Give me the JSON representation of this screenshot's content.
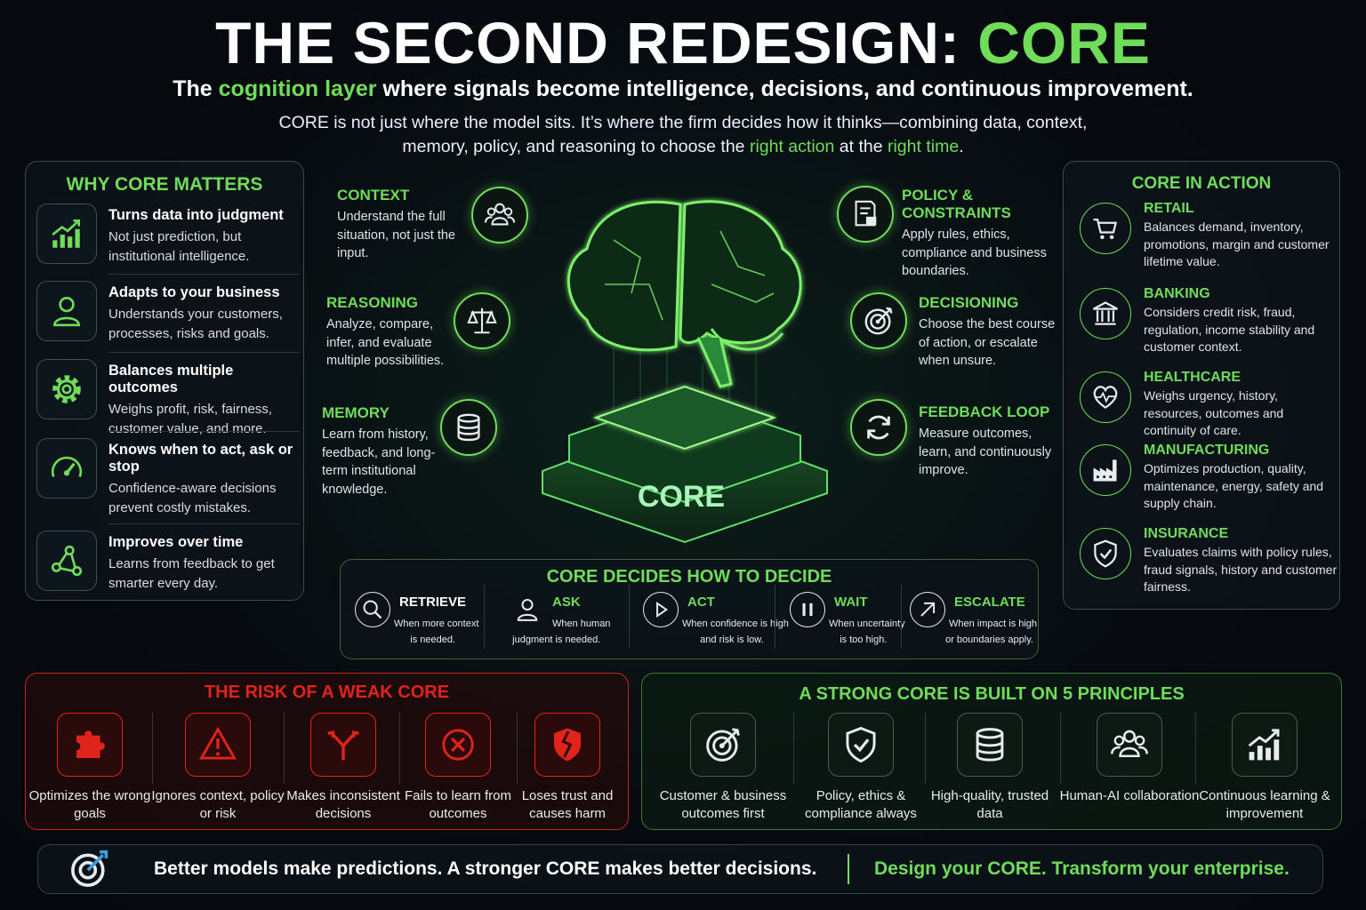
{
  "header": {
    "title_main": "THE SECOND REDESIGN:",
    "title_accent": "CORE",
    "subtitle_pre": "The",
    "subtitle_accent": "cognition layer",
    "subtitle_post": "where signals become intelligence, decisions, and continuous improvement.",
    "intro_line1": "CORE is not just where the model sits. It’s where the firm decides how it thinks—combining data, context,",
    "intro_line2_pre": "memory, policy, and reasoning to choose the",
    "intro_accent1": "right action",
    "intro_mid": "at the",
    "intro_accent2": "right time",
    "intro_end": "."
  },
  "why": {
    "title": "WHY CORE MATTERS",
    "items": [
      {
        "icon": "growth-chart-icon",
        "title": "Turns data into judgment",
        "desc": "Not just prediction, but institutional intelligence."
      },
      {
        "icon": "user-icon",
        "title": "Adapts to your business",
        "desc": "Understands your customers, processes, risks and goals."
      },
      {
        "icon": "gear-icon",
        "title": "Balances multiple outcomes",
        "desc": "Weighs profit, risk, fairness, customer value, and more."
      },
      {
        "icon": "gauge-icon",
        "title": "Knows when to act, ask or stop",
        "desc": "Confidence-aware decisions prevent costly mistakes."
      },
      {
        "icon": "network-icon",
        "title": "Improves over time",
        "desc": "Learns from feedback to get smarter every day."
      }
    ]
  },
  "capabilities": [
    {
      "icon": "people-icon",
      "title": "CONTEXT",
      "desc": "Understand the full situation, not just the input."
    },
    {
      "icon": "scales-icon",
      "title": "REASONING",
      "desc": "Analyze, compare, infer, and evaluate multiple possibilities."
    },
    {
      "icon": "database-icon",
      "title": "MEMORY",
      "desc": "Learn from history, feedback, and long-term institutional knowledge."
    },
    {
      "icon": "policy-document-icon",
      "title": "POLICY & CONSTRAINTS",
      "desc": "Apply rules, ethics, compliance and business boundaries."
    },
    {
      "icon": "target-icon",
      "title": "DECISIONING",
      "desc": "Choose the best course of action, or escalate when unsure."
    },
    {
      "icon": "refresh-icon",
      "title": "FEEDBACK LOOP",
      "desc": "Measure outcomes, learn, and continuously improve."
    }
  ],
  "core_label": "CORE",
  "decide": {
    "title": "CORE DECIDES HOW TO DECIDE",
    "items": [
      {
        "icon": "search-icon",
        "label": "RETRIEVE",
        "desc1": "When more context",
        "desc2": "is needed.",
        "color": "#ffffff"
      },
      {
        "icon": "user-icon",
        "label": "ASK",
        "desc1": "When human",
        "desc2": "judgment is needed.",
        "color": "#6fdc5a"
      },
      {
        "icon": "play-icon",
        "label": "ACT",
        "desc1": "When confidence is high",
        "desc2": "and risk is low.",
        "color": "#6fdc5a"
      },
      {
        "icon": "pause-icon",
        "label": "WAIT",
        "desc1": "When uncertainty",
        "desc2": "is too high.",
        "color": "#6fdc5a"
      },
      {
        "icon": "arrow-up-right-icon",
        "label": "ESCALATE",
        "desc1": "When impact is high",
        "desc2": "or boundaries apply.",
        "color": "#6fdc5a"
      }
    ]
  },
  "action": {
    "title": "CORE IN ACTION",
    "items": [
      {
        "icon": "cart-icon",
        "title": "RETAIL",
        "desc": "Balances demand, inventory, promotions, margin and customer lifetime value."
      },
      {
        "icon": "bank-icon",
        "title": "BANKING",
        "desc": "Considers credit risk, fraud, regulation, income stability and customer context."
      },
      {
        "icon": "heartbeat-icon",
        "title": "HEALTHCARE",
        "desc": "Weighs urgency, history, resources, outcomes and continuity of care."
      },
      {
        "icon": "factory-icon",
        "title": "MANUFACTURING",
        "desc": "Optimizes production, quality, maintenance, energy, safety and supply chain."
      },
      {
        "icon": "shield-check-icon",
        "title": "INSURANCE",
        "desc": "Evaluates claims with policy rules, fraud signals, history and customer fairness."
      }
    ]
  },
  "risk": {
    "title": "THE RISK OF A WEAK CORE",
    "color": "#e0241c",
    "items": [
      {
        "icon": "puzzle-icon",
        "label": "Optimizes the wrong goals"
      },
      {
        "icon": "warning-icon",
        "label": "Ignores context, policy or risk"
      },
      {
        "icon": "split-arrows-icon",
        "label": "Makes inconsistent decisions"
      },
      {
        "icon": "x-circle-icon",
        "label": "Fails to learn from outcomes"
      },
      {
        "icon": "broken-shield-icon",
        "label": "Loses trust and causes harm"
      }
    ]
  },
  "principles": {
    "title": "A STRONG CORE IS BUILT ON 5 PRINCIPLES",
    "items": [
      {
        "icon": "target-icon",
        "label": "Customer & business outcomes first"
      },
      {
        "icon": "shield-check-icon",
        "label": "Policy, ethics & compliance always"
      },
      {
        "icon": "database-icon",
        "label": "High-quality, trusted data"
      },
      {
        "icon": "people-icon",
        "label": "Human-AI collaboration"
      },
      {
        "icon": "growth-chart-icon",
        "label": "Continuous learning & improvement"
      }
    ]
  },
  "footer": {
    "icon": "target-arrow-icon",
    "left": "Better models make predictions. A stronger CORE makes better decisions.",
    "right": "Design your CORE. Transform your enterprise."
  },
  "colors": {
    "accent": "#6fdc5a",
    "danger": "#e0241c",
    "background": "#070b10"
  }
}
